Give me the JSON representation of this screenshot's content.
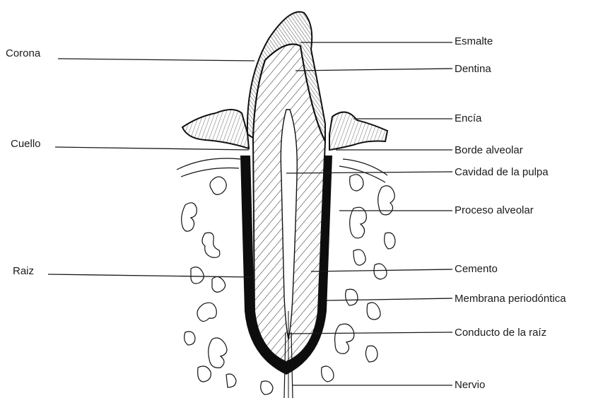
{
  "labels": {
    "left": {
      "corona": "Corona",
      "cuello": "Cuello",
      "raiz": "Raiz"
    },
    "right": {
      "esmalte": "Esmalte",
      "dentina": "Dentina",
      "encia": "Encía",
      "borde_alveolar": "Borde alveolar",
      "cavidad_pulpa": "Cavidad de la pulpa",
      "proceso_alveolar": "Proceso alveolar",
      "cemento": "Cemento",
      "membrana_periodontica": "Membrana periodóntica",
      "conducto_raiz": "Conducto de la raíz",
      "nervio": "Nervio"
    }
  },
  "colors": {
    "ink": "#111111",
    "paper": "#ffffff",
    "soft_tissue": "#f2f2f2"
  }
}
